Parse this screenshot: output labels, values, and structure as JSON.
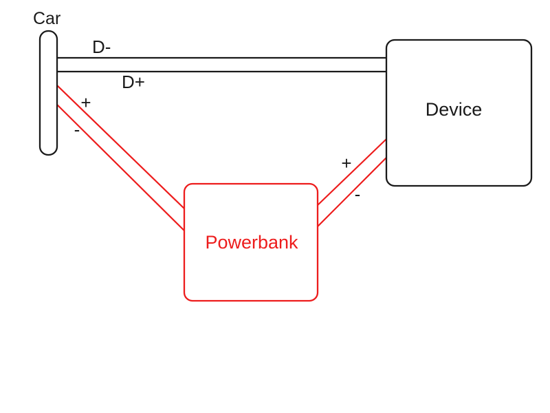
{
  "diagram": {
    "nodes": {
      "car": {
        "label": "Car"
      },
      "device": {
        "label": "Device"
      },
      "powerbank": {
        "label": "Powerbank"
      }
    },
    "wires": {
      "data_minus": {
        "label": "D-"
      },
      "data_plus": {
        "label": "D+"
      },
      "car_to_powerbank": {
        "positive_label": "+",
        "negative_label": "-"
      },
      "powerbank_to_device": {
        "positive_label": "+",
        "negative_label": "-"
      }
    },
    "colors": {
      "black": "#1a1a1a",
      "red": "#ed1c1c",
      "background": "#ffffff"
    }
  }
}
